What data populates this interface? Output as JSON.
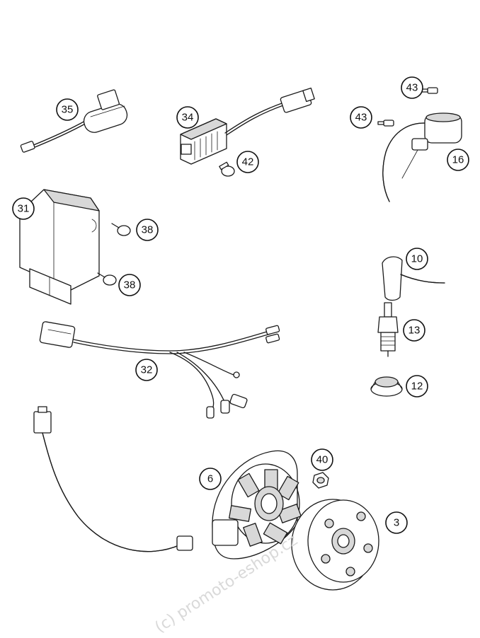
{
  "callouts": [
    {
      "id": "35",
      "label": "35"
    },
    {
      "id": "34",
      "label": "34"
    },
    {
      "id": "42",
      "label": "42"
    },
    {
      "id": "43a",
      "label": "43"
    },
    {
      "id": "43b",
      "label": "43"
    },
    {
      "id": "16",
      "label": "16"
    },
    {
      "id": "31",
      "label": "31"
    },
    {
      "id": "38a",
      "label": "38"
    },
    {
      "id": "38b",
      "label": "38"
    },
    {
      "id": "10",
      "label": "10"
    },
    {
      "id": "13",
      "label": "13"
    },
    {
      "id": "12",
      "label": "12"
    },
    {
      "id": "32",
      "label": "32"
    },
    {
      "id": "40",
      "label": "40"
    },
    {
      "id": "6",
      "label": "6"
    },
    {
      "id": "3",
      "label": "3"
    }
  ],
  "watermark": "(c) promoto-eshop.cz"
}
